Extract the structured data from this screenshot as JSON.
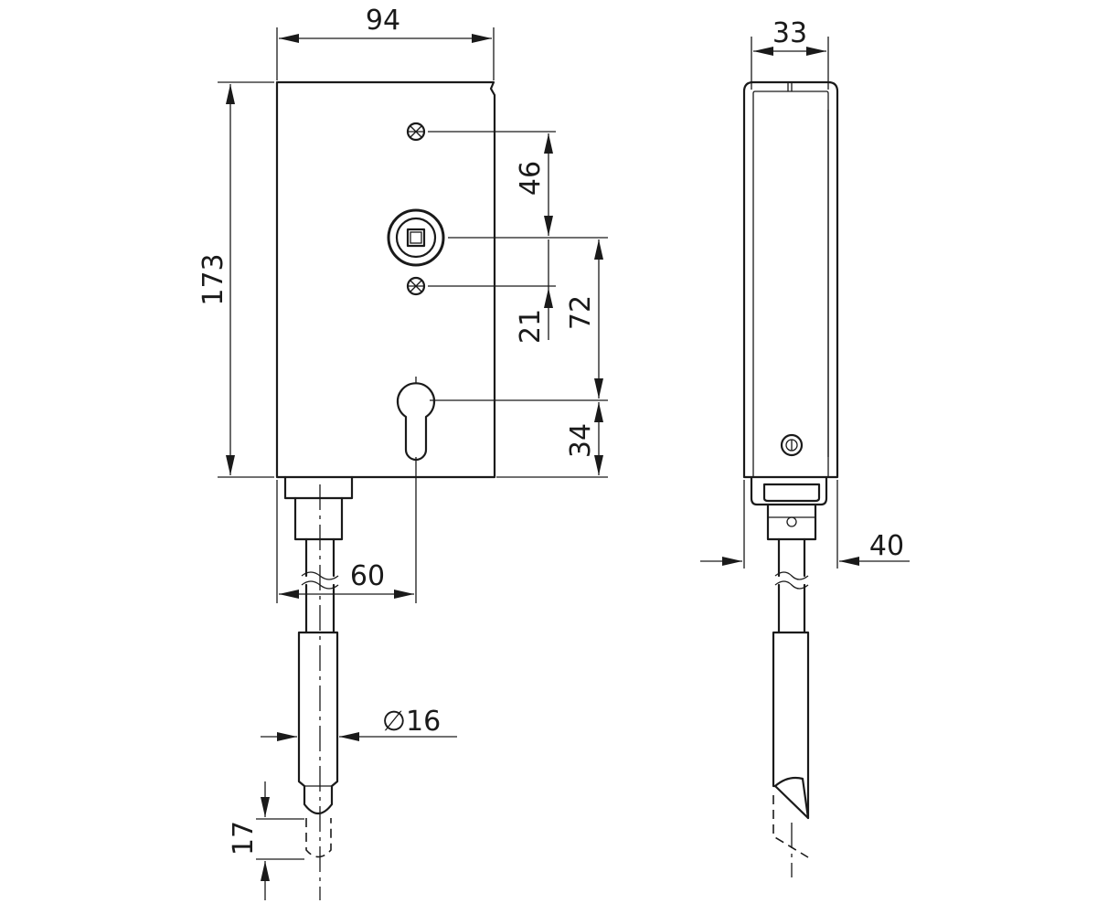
{
  "dimensions": {
    "width": "94",
    "height": "173",
    "screw_spacing": "46",
    "spindle_to_cylinder": "72",
    "screw_to_spindle": "21",
    "cylinder_to_bottom": "34",
    "backset": "60",
    "bolt_diameter": "∅16",
    "bolt_tip": "17",
    "side_depth": "33",
    "side_overall": "40"
  }
}
